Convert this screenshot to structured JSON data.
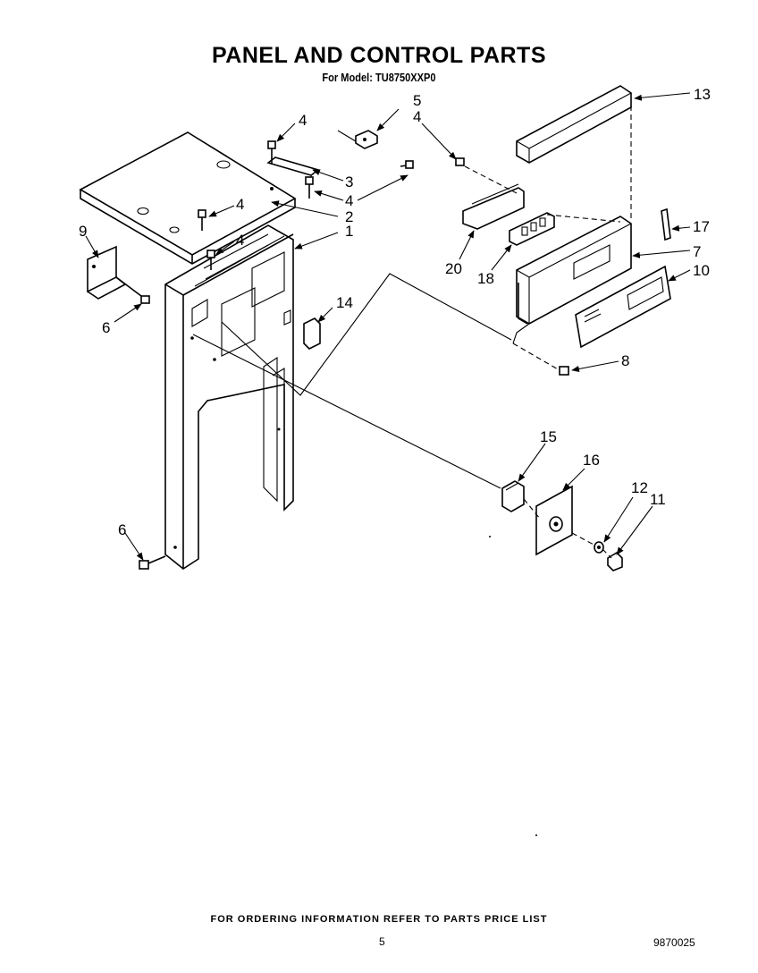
{
  "header": {
    "title": "PANEL AND CONTROL PARTS",
    "model": "For Model: TU8750XXP0"
  },
  "callouts": {
    "c1": "1",
    "c2": "2",
    "c3": "3",
    "c4a": "4",
    "c4b": "4",
    "c4c": "4",
    "c4d": "4",
    "c4e": "4",
    "c5": "5",
    "c6a": "6",
    "c6b": "6",
    "c7": "7",
    "c8": "8",
    "c9": "9",
    "c10": "10",
    "c11": "11",
    "c12": "12",
    "c13": "13",
    "c14": "14",
    "c15": "15",
    "c16": "16",
    "c17": "17",
    "c18": "18",
    "c20": "20"
  },
  "footer": {
    "ordering_note": "FOR ORDERING INFORMATION REFER TO PARTS PRICE LIST",
    "page_number": "5",
    "doc_number": "9870025"
  }
}
